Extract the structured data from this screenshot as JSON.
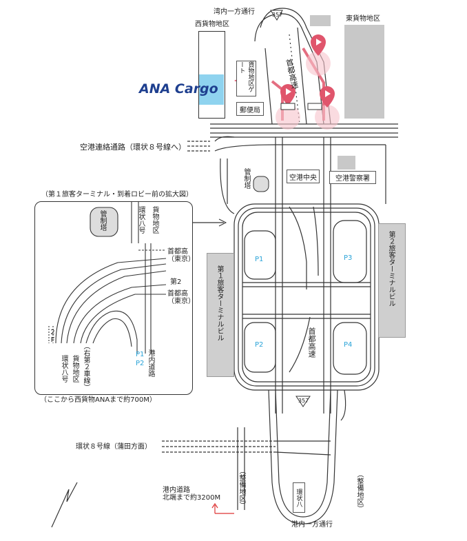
{
  "labels": {
    "top_road": "湾内一方通行",
    "route_357_top": "357",
    "west_cargo": "西貨物地区",
    "east_cargo": "東貨物地区",
    "brand": "ANA Cargo",
    "cargo_gate": "貨物地区ゲート",
    "post_office": "郵便局",
    "shuto_top": "首都高速",
    "airport_link": "空港連絡通路（環状８号線へ）",
    "control_tower": "管制塔",
    "airport_center": "空港中央",
    "police": "空港警察署",
    "t1": "第１旅客ターミナルビル",
    "t2": "第２旅客ターミナルビル",
    "p1": "P1",
    "p2": "P2",
    "p3": "P3",
    "p4": "P4",
    "shuto_mid": "首都高速",
    "route_357_bottom": "357",
    "ring8": "環状８号線（蒲田方面）",
    "maint_west": "（整備地区）",
    "maint_east": "（整備地区）",
    "ring8_bottom": "環状八",
    "port_road_bottom": "港内一方通行",
    "port_road_note": "港内道路\n北端まで約3200M"
  },
  "inset": {
    "title": "（第１旅客ターミナル・到着ロビー前の拡大図）",
    "tower": "管制塔",
    "ring8": "環状八号",
    "cargo_area": "貨物地区",
    "shuto_tokyo_1": "首都高\n（東京）",
    "second": "第2",
    "shuto_tokyo_2": "首都高\n（東京）",
    "floor": "2F",
    "ring8_bottom": "環状八号",
    "cargo_area_bottom": "貨物地区",
    "right_lane": "（右第２車線）",
    "p1": "P1",
    "p2": "P2",
    "port_road": "港内道路",
    "footer": "（ここから西貨物ANAまで約700M）"
  },
  "colors": {
    "accent_pink": "#e0556c",
    "brand_blue": "#1e3f8f",
    "ana_block": "#8fd3ef",
    "parking_text": "#2aa3d8"
  }
}
